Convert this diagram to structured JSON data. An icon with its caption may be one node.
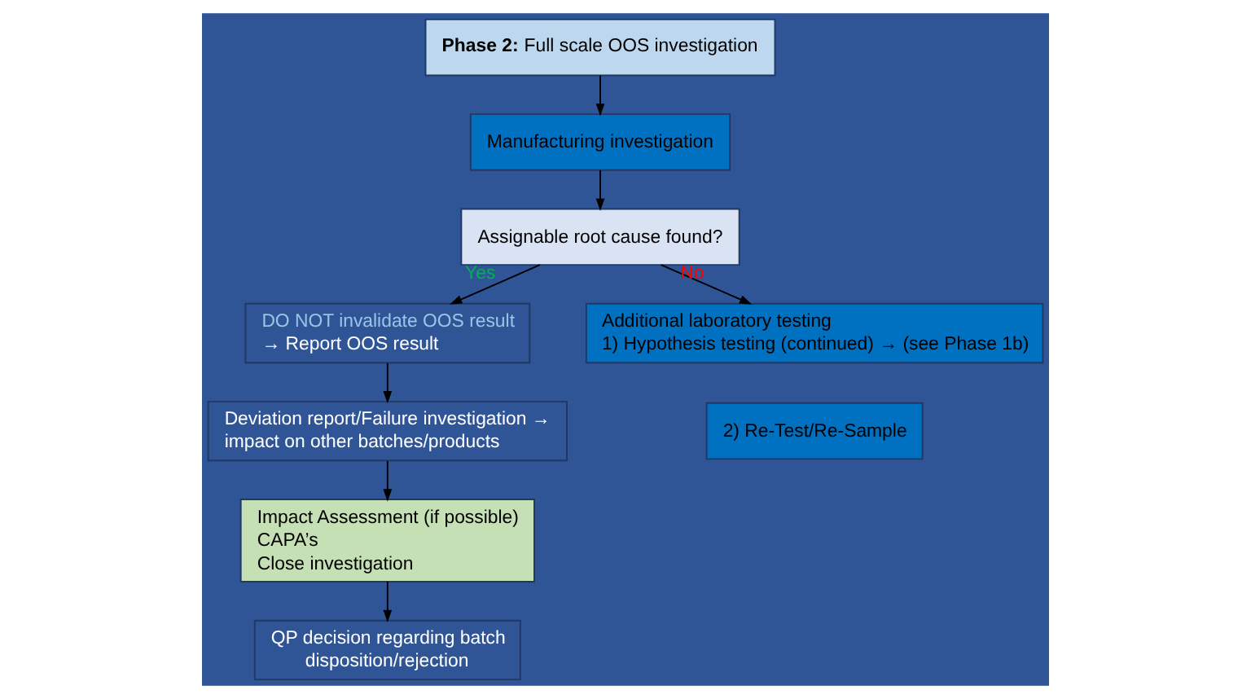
{
  "diagram": {
    "nodes": [
      {
        "text": [
          "**Phase 2:** Full scale OOS investigation"
        ]
      },
      {
        "text": [
          "Manufacturing investigation"
        ]
      },
      {
        "text": [
          "Assignable root cause found?"
        ]
      },
      {
        "text": [
          "DO NOT invalidate OOS result",
          "→ Report OOS result"
        ]
      },
      {
        "text": [
          "Deviation report/Failure investigation → impact on other batches/products"
        ]
      },
      {
        "text": [
          "Impact Assessment (if possible)",
          "CAPA’s",
          "Close investigation"
        ]
      },
      {
        "text": [
          "QP decision regarding batch disposition/rejection"
        ]
      },
      {
        "text": [
          "Additional laboratory testing",
          "1) Hypothesis testing (continued) → (see Phase 1b)"
        ]
      },
      {
        "text": [
          "2) Re-Test/Re-Sample"
        ]
      }
    ],
    "edges": [
      {
        "from": 0,
        "to": 1,
        "arrow": "to"
      },
      {
        "from": 1,
        "to": 2,
        "arrow": "to"
      },
      {
        "from": 2,
        "to": 3,
        "arrow": "to",
        "label": "Yes"
      },
      {
        "from": 2,
        "to": 7,
        "arrow": "to",
        "label": "No"
      },
      {
        "from": 3,
        "to": 4,
        "arrow": "to"
      },
      {
        "from": 4,
        "to": 5,
        "arrow": "to"
      },
      {
        "from": 5,
        "to": 6,
        "arrow": "to"
      }
    ]
  }
}
